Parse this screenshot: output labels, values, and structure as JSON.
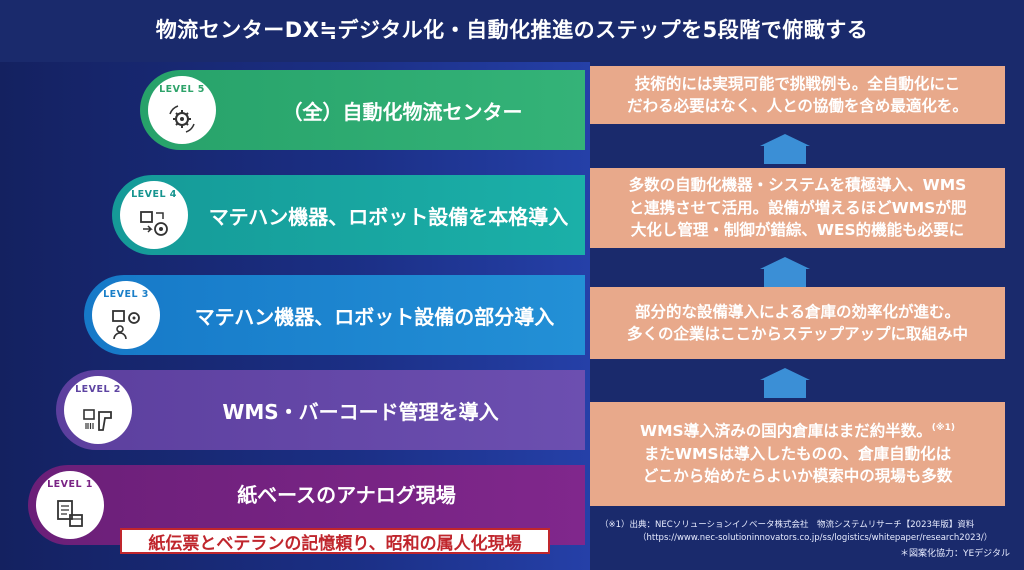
{
  "title": "物流センターDX≒デジタル化・自動化推進のステップを5段階で俯瞰する",
  "levels": [
    {
      "label": "LEVEL 5",
      "text": "（全）自動化物流センター",
      "icon": "gears-cycle-icon"
    },
    {
      "label": "LEVEL 4",
      "text": "マテハン機器、ロボット設備を本格導入",
      "icon": "boxes-robot-icon"
    },
    {
      "label": "LEVEL 3",
      "text": "マテハン機器、ロボット設備の部分導入",
      "icon": "box-person-gear-icon"
    },
    {
      "label": "LEVEL 2",
      "text": "WMS・バーコード管理を導入",
      "icon": "barcode-scanner-icon"
    },
    {
      "label": "LEVEL 1",
      "text": "紙ベースのアナログ現場",
      "icon": "paper-box-icon"
    }
  ],
  "level1_tag": "紙伝票とベテランの記憶頼り、昭和の属人化現場",
  "notes": {
    "n5": [
      "技術的には実現可能で挑戦例も。全自動化にこ",
      "だわる必要はなく、人との協働を含め最適化を。"
    ],
    "n4": [
      "多数の自動化機器・システムを積極導入、WMS",
      "と連携させて活用。設備が増えるほどWMSが肥",
      "大化し管理・制御が錯綜、WES的機能も必要に"
    ],
    "n3": [
      "部分的な設備導入による倉庫の効率化が進む。",
      "多くの企業はここからステップアップに取組み中"
    ],
    "n2_line1": "WMS導入済みの国内倉庫はまだ約半数。",
    "n2_sup": "(※1)",
    "n2_rest": [
      "またWMSは導入したものの、倉庫自動化は",
      "どこから始めたらよいか模索中の現場も多数"
    ]
  },
  "footnote": {
    "line1": "（※1）出典：NECソリューションイノベータ株式会社　物流システムリサーチ【2023年版】資料",
    "line2": "（https://www.nec-solutioninnovators.co.jp/ss/logistics/whitepaper/research2023/）"
  },
  "credit": "＊図案化協力：YEデジタル",
  "colors": {
    "level5": "#2ea36a",
    "level4": "#16948f",
    "level3": "#1a7fc8",
    "level2": "#5e44a2",
    "level1": "#7a2485",
    "note": "#e8a98b",
    "arrow": "#3b8fd6",
    "tag_border": "#c0262d"
  }
}
